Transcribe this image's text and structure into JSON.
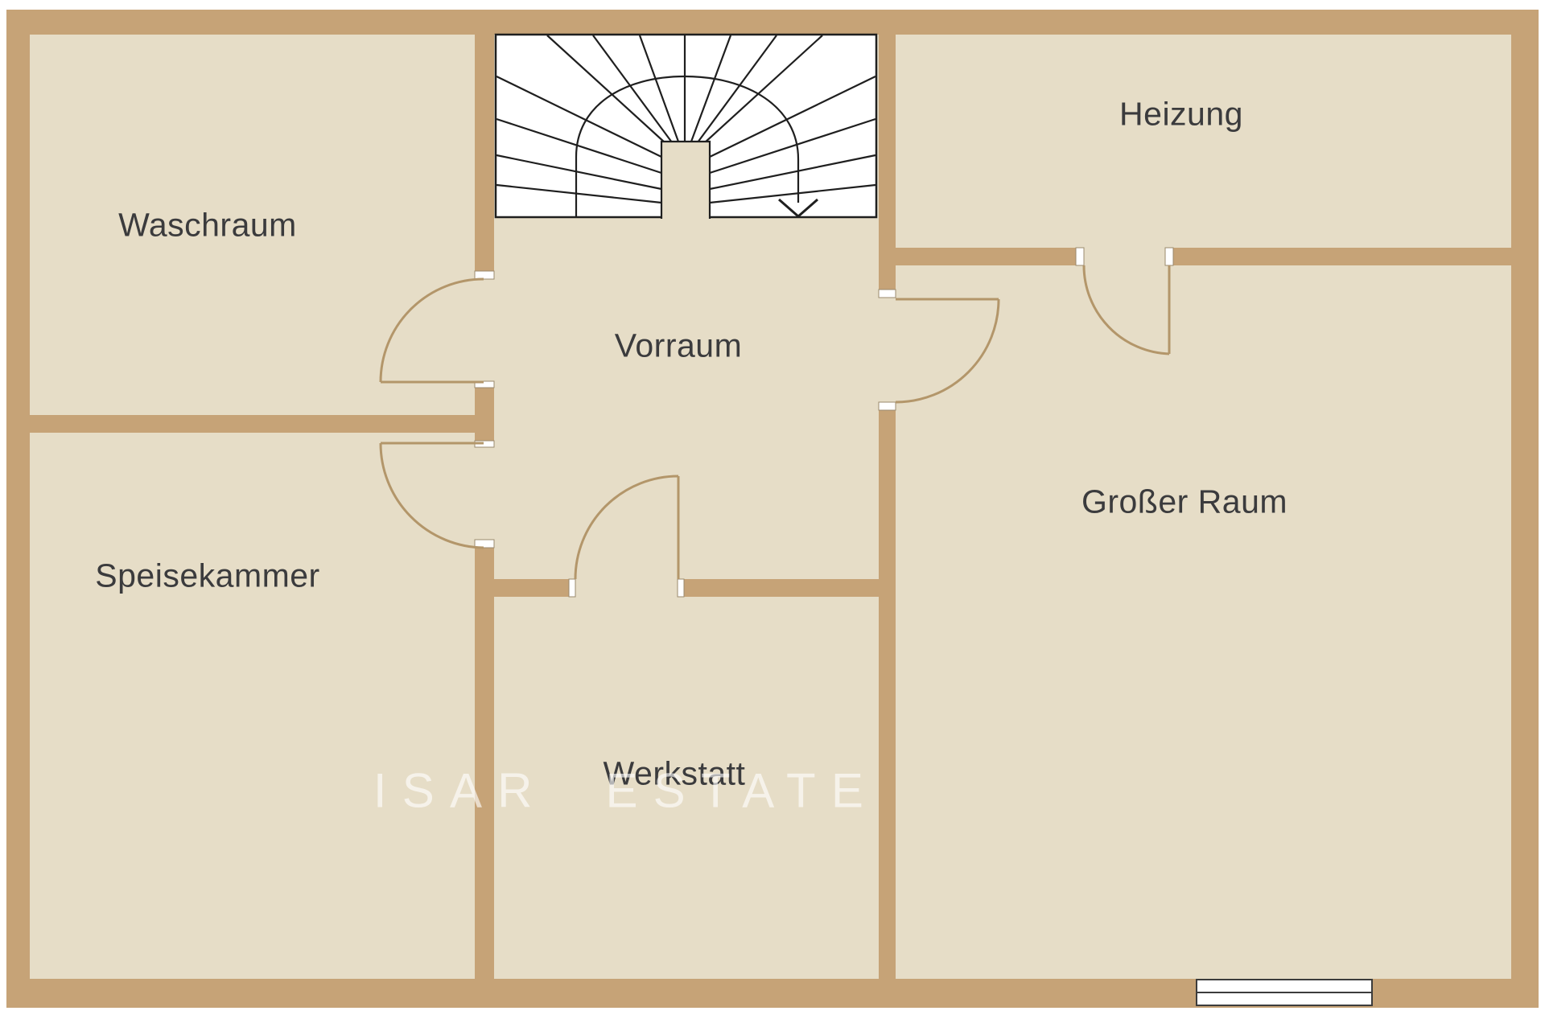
{
  "plan": {
    "type": "floor-plan",
    "watermark": "ISAR  ESTATE",
    "rooms": [
      {
        "id": "waschraum",
        "label": "Waschraum"
      },
      {
        "id": "vorraum",
        "label": "Vorraum"
      },
      {
        "id": "heizung",
        "label": "Heizung"
      },
      {
        "id": "speisekammer",
        "label": "Speisekammer"
      },
      {
        "id": "werkstatt",
        "label": "Werkstatt"
      },
      {
        "id": "grosser-raum",
        "label": "Großer Raum"
      }
    ],
    "stairs": {
      "type": "half-turn winder staircase",
      "direction_arrow": "down"
    },
    "doors": [
      {
        "between": "Vorraum / Waschraum",
        "swing": "into Waschraum"
      },
      {
        "between": "Vorraum / Speisekammer",
        "swing": "into Speisekammer"
      },
      {
        "between": "Vorraum / Werkstatt",
        "swing": "into Vorraum"
      },
      {
        "between": "Vorraum / Großer Raum",
        "swing": "into Großer Raum"
      },
      {
        "between": "Heizung / Großer Raum",
        "swing": "into Großer Raum"
      }
    ],
    "window": {
      "location": "bottom wall of Großer Raum",
      "panes": 2
    },
    "colors": {
      "wall": "#c6a377",
      "floor": "#e6ddc7",
      "line": "#1f1f1f",
      "door": "#b3966a",
      "text": "#3b3b3d",
      "watermark": "rgba(255,255,255,0.62)",
      "stair-bg": "#ffffff"
    }
  }
}
